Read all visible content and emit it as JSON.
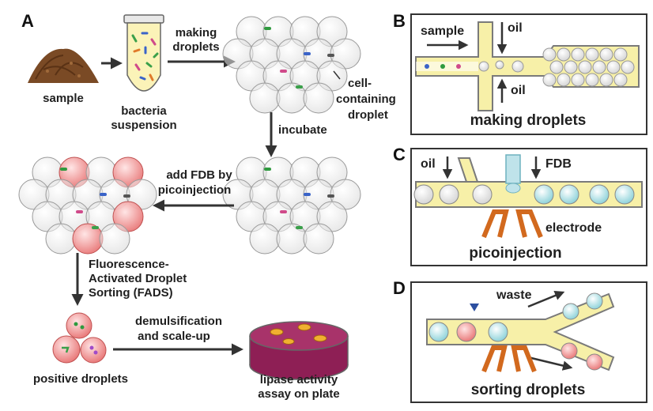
{
  "panels": {
    "a": {
      "letter": "A",
      "sample": "sample",
      "bacteria_line1": "bacteria",
      "bacteria_line2": "suspension",
      "making_line1": "making",
      "making_line2": "droplets",
      "cell_line1": "cell-",
      "cell_line2": "containing",
      "cell_line3": "droplet",
      "incubate": "incubate",
      "addfdb_line1": "add FDB by",
      "addfdb_line2": "picoinjection",
      "fads_line1": "Fluorescence-",
      "fads_line2": "Activated Droplet",
      "fads_line3": "Sorting (FADS)",
      "positive": "positive droplets",
      "demuls_line1": "demulsification",
      "demuls_line2": "and scale-up",
      "lipase_line1": "lipase activity",
      "lipase_line2": "assay on plate"
    },
    "b": {
      "letter": "B",
      "sample": "sample",
      "oil_top": "oil",
      "oil_bottom": "oil",
      "title": "making droplets"
    },
    "c": {
      "letter": "C",
      "oil": "oil",
      "fdb": "FDB",
      "electrode": "electrode",
      "title": "picoinjection"
    },
    "d": {
      "letter": "D",
      "waste": "waste",
      "title": "sorting droplets"
    }
  },
  "colors": {
    "channel_fill": "#f7f0a8",
    "channel_wall": "#7a7a7a",
    "electrode": "#d2691e",
    "positive_droplet": "#f08a8a",
    "injector": "#bfe3ea",
    "marker": "#2d4fa0",
    "plate_medium": "#8e1f55",
    "arrow": "#3a3a3a",
    "soil": "#7a4a25"
  },
  "icons": [
    "soil-pile-icon",
    "test-tube-icon",
    "petri-dish-icon",
    "droplet-cluster-icon",
    "sorting-marker-icon"
  ]
}
